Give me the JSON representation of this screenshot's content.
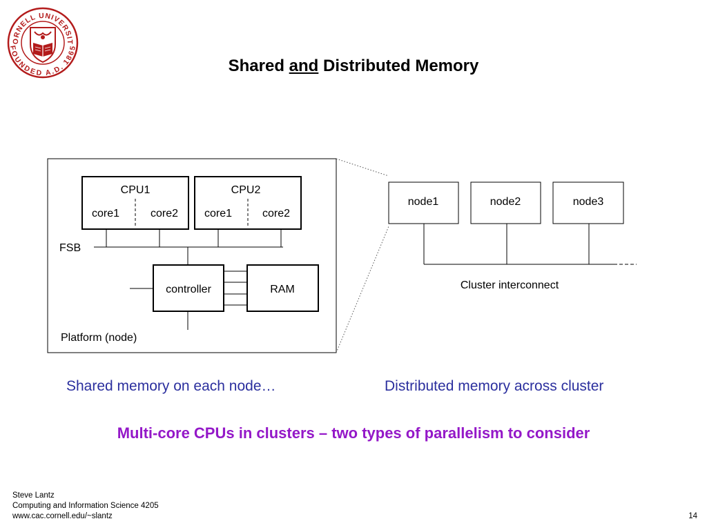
{
  "seal": {
    "outer_text": "CORNELL UNIVERSITY",
    "lower_text": "FOUNDED A.D. 1865",
    "color": "#b31b1b"
  },
  "title": {
    "part1": "Shared",
    "part2": "and",
    "part3": "Distributed Memory"
  },
  "diagram": {
    "cpu1": {
      "label": "CPU1",
      "core1": "core1",
      "core2": "core2"
    },
    "cpu2": {
      "label": "CPU2",
      "core1": "core1",
      "core2": "core2"
    },
    "fsb_label": "FSB",
    "controller_label": "controller",
    "ram_label": "RAM",
    "platform_label": "Platform (node)",
    "nodes": [
      "node1",
      "node2",
      "node3"
    ],
    "interconnect_label": "Cluster interconnect"
  },
  "captions": {
    "left": "Shared memory on each node…",
    "right": "Distributed memory across cluster",
    "bottom": "Multi-core CPUs in clusters – two types of parallelism to consider",
    "left_color": "#2b2f9e",
    "bottom_color": "#9418c8"
  },
  "footer": {
    "author": "Steve Lantz",
    "course": "Computing and Information Science 4205",
    "url": "www.cac.cornell.edu/~slantz",
    "page": "14"
  }
}
